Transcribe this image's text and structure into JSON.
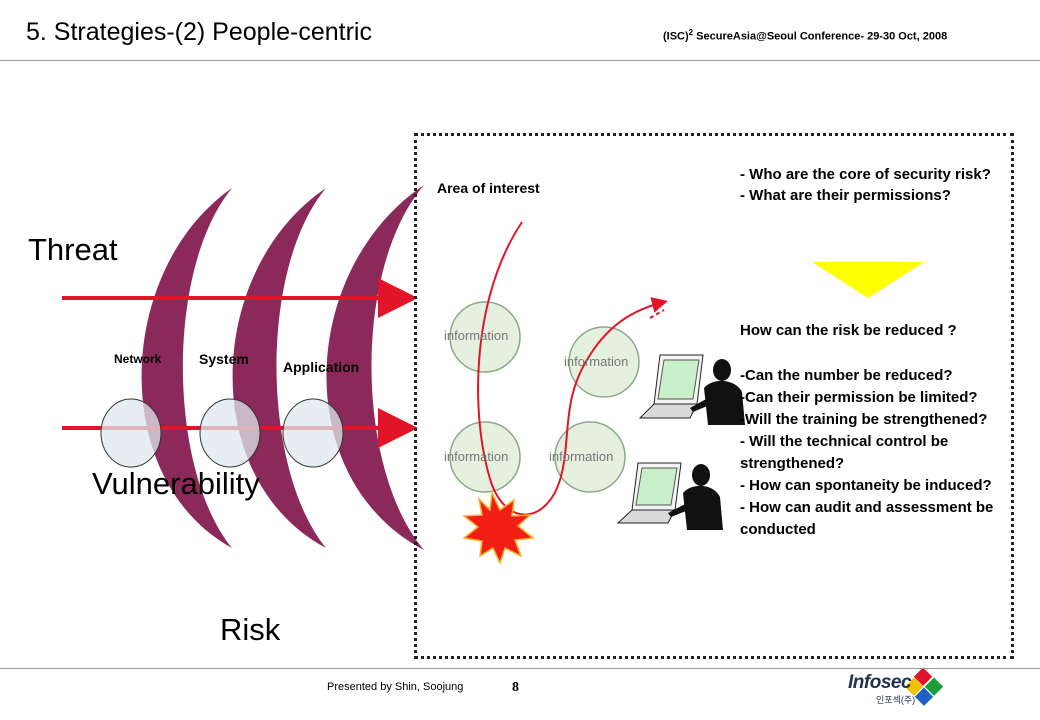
{
  "header": {
    "title": "5. Strategies-(2) People-centric",
    "conference_prefix": "(ISC)",
    "conference_sup": "2",
    "conference_rest": " SecureAsia@Seoul Conference- 29-30 Oct, 2008"
  },
  "diagram": {
    "threat_label": "Threat",
    "vulnerability_label": "Vulnerability",
    "risk_label": "Risk",
    "layer_labels": [
      "Network",
      "System",
      "Application"
    ],
    "area_label": "Area of interest",
    "information_label": "information",
    "colors": {
      "layer_fill": "#8b2a5a",
      "arrow_red": "#e0152a",
      "highlight_yellow": "#ffff00"
    }
  },
  "questions": {
    "top_lines": [
      "- Who are the core of security risk?",
      "- What are their permissions?"
    ],
    "reduce_title": "How can the risk be reduced ?",
    "items": [
      "-Can the number be reduced?",
      "-Can their permission be limited?",
      "-Will the training be strengthened?",
      "- Will the technical control be strengthened?",
      "- How can spontaneity be induced?",
      "- How can audit and assessment be conducted"
    ]
  },
  "footer": {
    "presenter": "Presented by Shin, Soojung",
    "page_number": "8",
    "logo_text": "Infosec",
    "logo_sub": "인포섹(주)"
  }
}
